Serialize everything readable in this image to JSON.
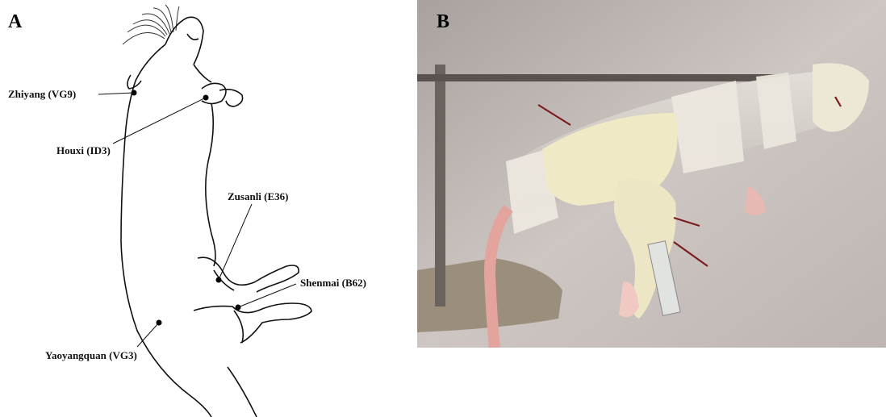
{
  "panels": {
    "a": "A",
    "b": "B"
  },
  "acupoints": [
    {
      "name": "Zhiyang (VG9)"
    },
    {
      "name": "Houxi (ID3)"
    },
    {
      "name": "Zusanli (E36)"
    },
    {
      "name": "Shenmai (B62)"
    },
    {
      "name": "Yaoyangquan (VG3)"
    }
  ],
  "colors": {
    "background": "#ffffff",
    "ink": "#111111",
    "photo_wall": "#c9c2bf",
    "rat_fur": "#eeeacb",
    "needle": "#7a1c1c",
    "tail": "#e6a0a0"
  }
}
